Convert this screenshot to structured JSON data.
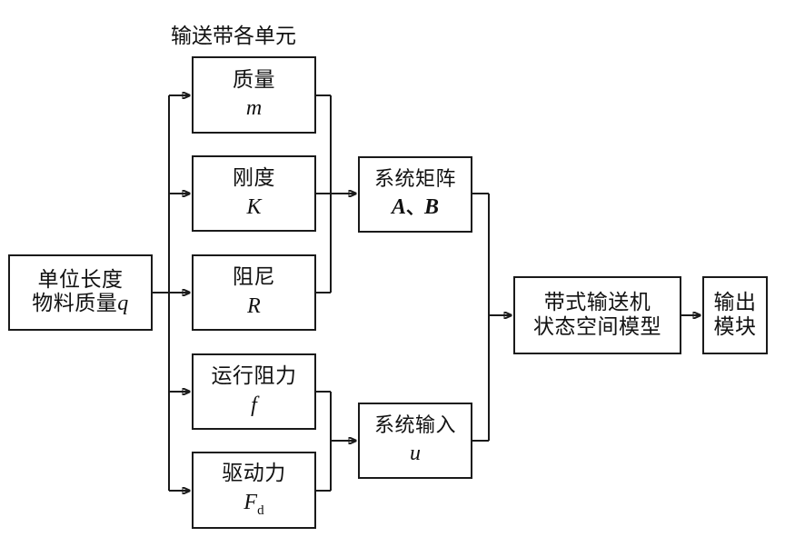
{
  "diagram": {
    "title": "输送带各单元",
    "nodes": {
      "input_q": {
        "line1": "单位长度",
        "line2": "物料质量",
        "symbol": "q"
      },
      "mass": {
        "label": "质量",
        "symbol": "m"
      },
      "stiffness": {
        "label": "刚度",
        "symbol": "K"
      },
      "damping": {
        "label": "阻尼",
        "symbol": "R"
      },
      "resistance": {
        "label": "运行阻力",
        "symbol": "f"
      },
      "driveforce": {
        "label": "驱动力",
        "symbol_base": "F",
        "symbol_sub": "d"
      },
      "sysmatrix": {
        "label": "系统矩阵",
        "symbol_a": "A",
        "symbol_sep": "、",
        "symbol_b": "B"
      },
      "sysinput": {
        "label": "系统输入",
        "symbol": "u"
      },
      "statespace": {
        "line1": "带式输送机",
        "line2": "状态空间模型"
      },
      "output": {
        "line1": "输出",
        "line2": "模块"
      }
    },
    "colors": {
      "stroke": "#1a1a1a",
      "background": "#ffffff",
      "text": "#111111"
    }
  }
}
